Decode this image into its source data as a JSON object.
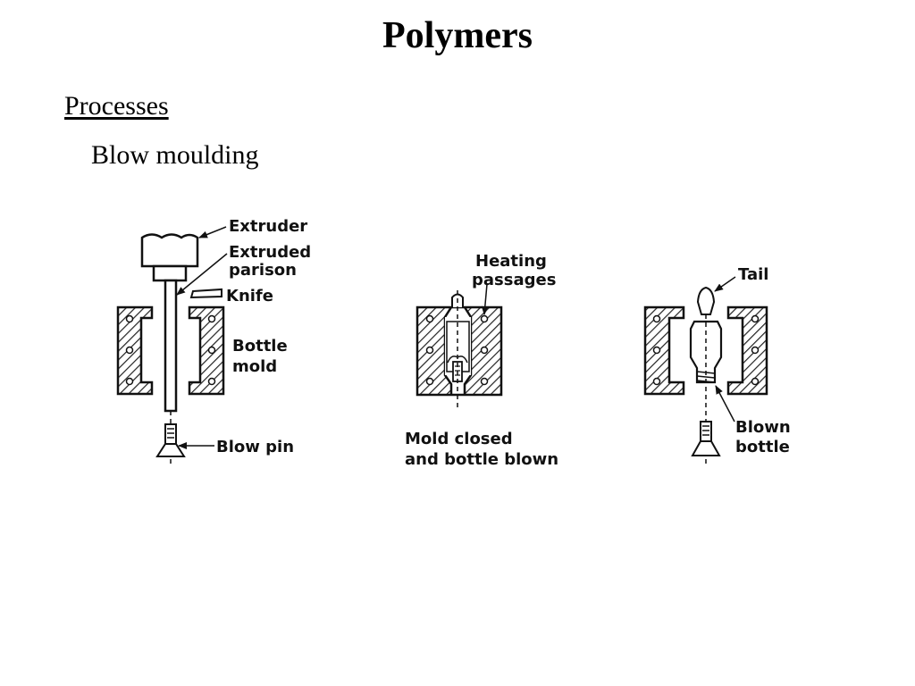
{
  "slide": {
    "title": "Polymers",
    "section": "Processes",
    "subsection": "Blow moulding"
  },
  "diagram": {
    "stage1": {
      "extruder": "Extruder",
      "extruded_parison_line1": "Extruded",
      "extruded_parison_line2": "parison",
      "knife": "Knife",
      "bottle_mold_line1": "Bottle",
      "bottle_mold_line2": "mold",
      "blow_pin": "Blow pin"
    },
    "stage2": {
      "heating_passages_line1": "Heating",
      "heating_passages_line2": "passages",
      "caption_line1": "Mold closed",
      "caption_line2": "and bottle blown"
    },
    "stage3": {
      "tail": "Tail",
      "blown_bottle_line1": "Blown",
      "blown_bottle_line2": "bottle"
    }
  }
}
